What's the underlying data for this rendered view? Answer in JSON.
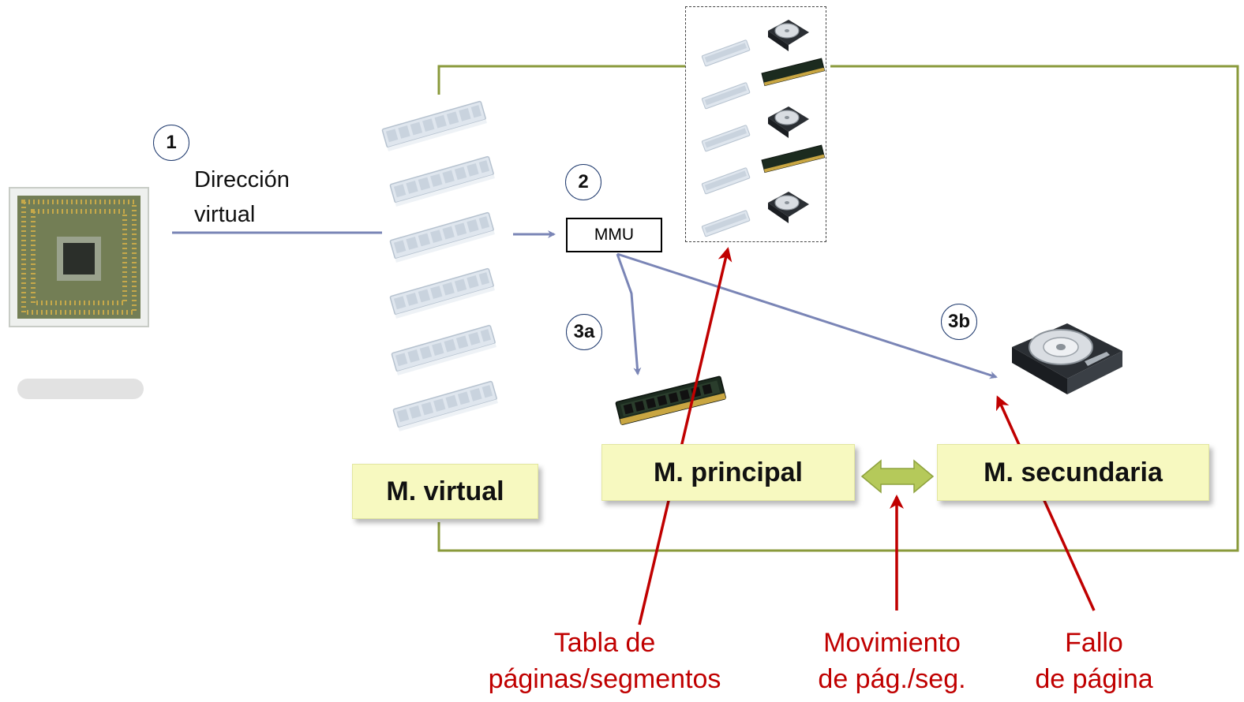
{
  "steps": {
    "step1": "1",
    "step2": "2",
    "step3a": "3a",
    "step3b": "3b"
  },
  "virtual_address": {
    "line1": "Dirección",
    "line2": "virtual"
  },
  "mmu_label": "MMU",
  "memories": {
    "virtual": "M. virtual",
    "main": "M. principal",
    "secondary": "M. secundaria"
  },
  "captions": {
    "page_table": {
      "line1": "Tabla de",
      "line2": "páginas/segmentos"
    },
    "movement": {
      "line1": "Movimiento",
      "line2": "de  pág./seg."
    },
    "page_fault": {
      "line1": "Fallo",
      "line2": "de página"
    }
  },
  "colors": {
    "arrow_blue": "#7a85b6",
    "arrow_red": "#c00000",
    "frame_olive": "#8a9a3b",
    "label_fill": "#f7f9c0",
    "double_arrow": "#b5c95a"
  },
  "icons": [
    "cpu-icon",
    "ram-module-icon",
    "hard-disk-icon"
  ]
}
